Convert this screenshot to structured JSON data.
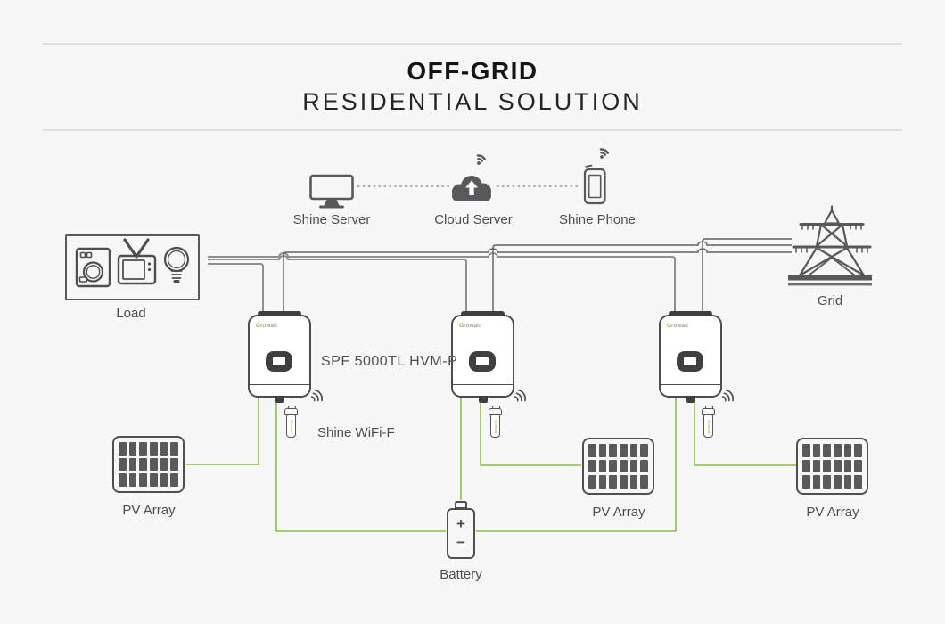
{
  "title": {
    "primary": "OFF-GRID",
    "secondary": "RESIDENTIAL SOLUTION"
  },
  "monitoring": {
    "shine_server": "Shine Server",
    "cloud_server": "Cloud Server",
    "shine_phone": "Shine Phone"
  },
  "system": {
    "load_label": "Load",
    "grid_label": "Grid",
    "pv_array_label": "PV Array",
    "battery_label": "Battery",
    "battery_plus": "+",
    "battery_minus": "−",
    "inverter_model": "SPF 5000TL HVM-P",
    "wifi_module_label": "Shine WiFi-F",
    "brand": "Growatt",
    "brand_initial": "G",
    "brand_rest": "rowatt"
  },
  "colors": {
    "background": "#f7f7f7",
    "icon_gray": "#58595b",
    "wire_gray": "#8f8f8f",
    "wire_dark": "#606060",
    "wire_green": "#9cc45f",
    "brand_green": "#7db52f",
    "divider_gray": "#e0e0e0",
    "text_gray": "#4d4d4d"
  }
}
